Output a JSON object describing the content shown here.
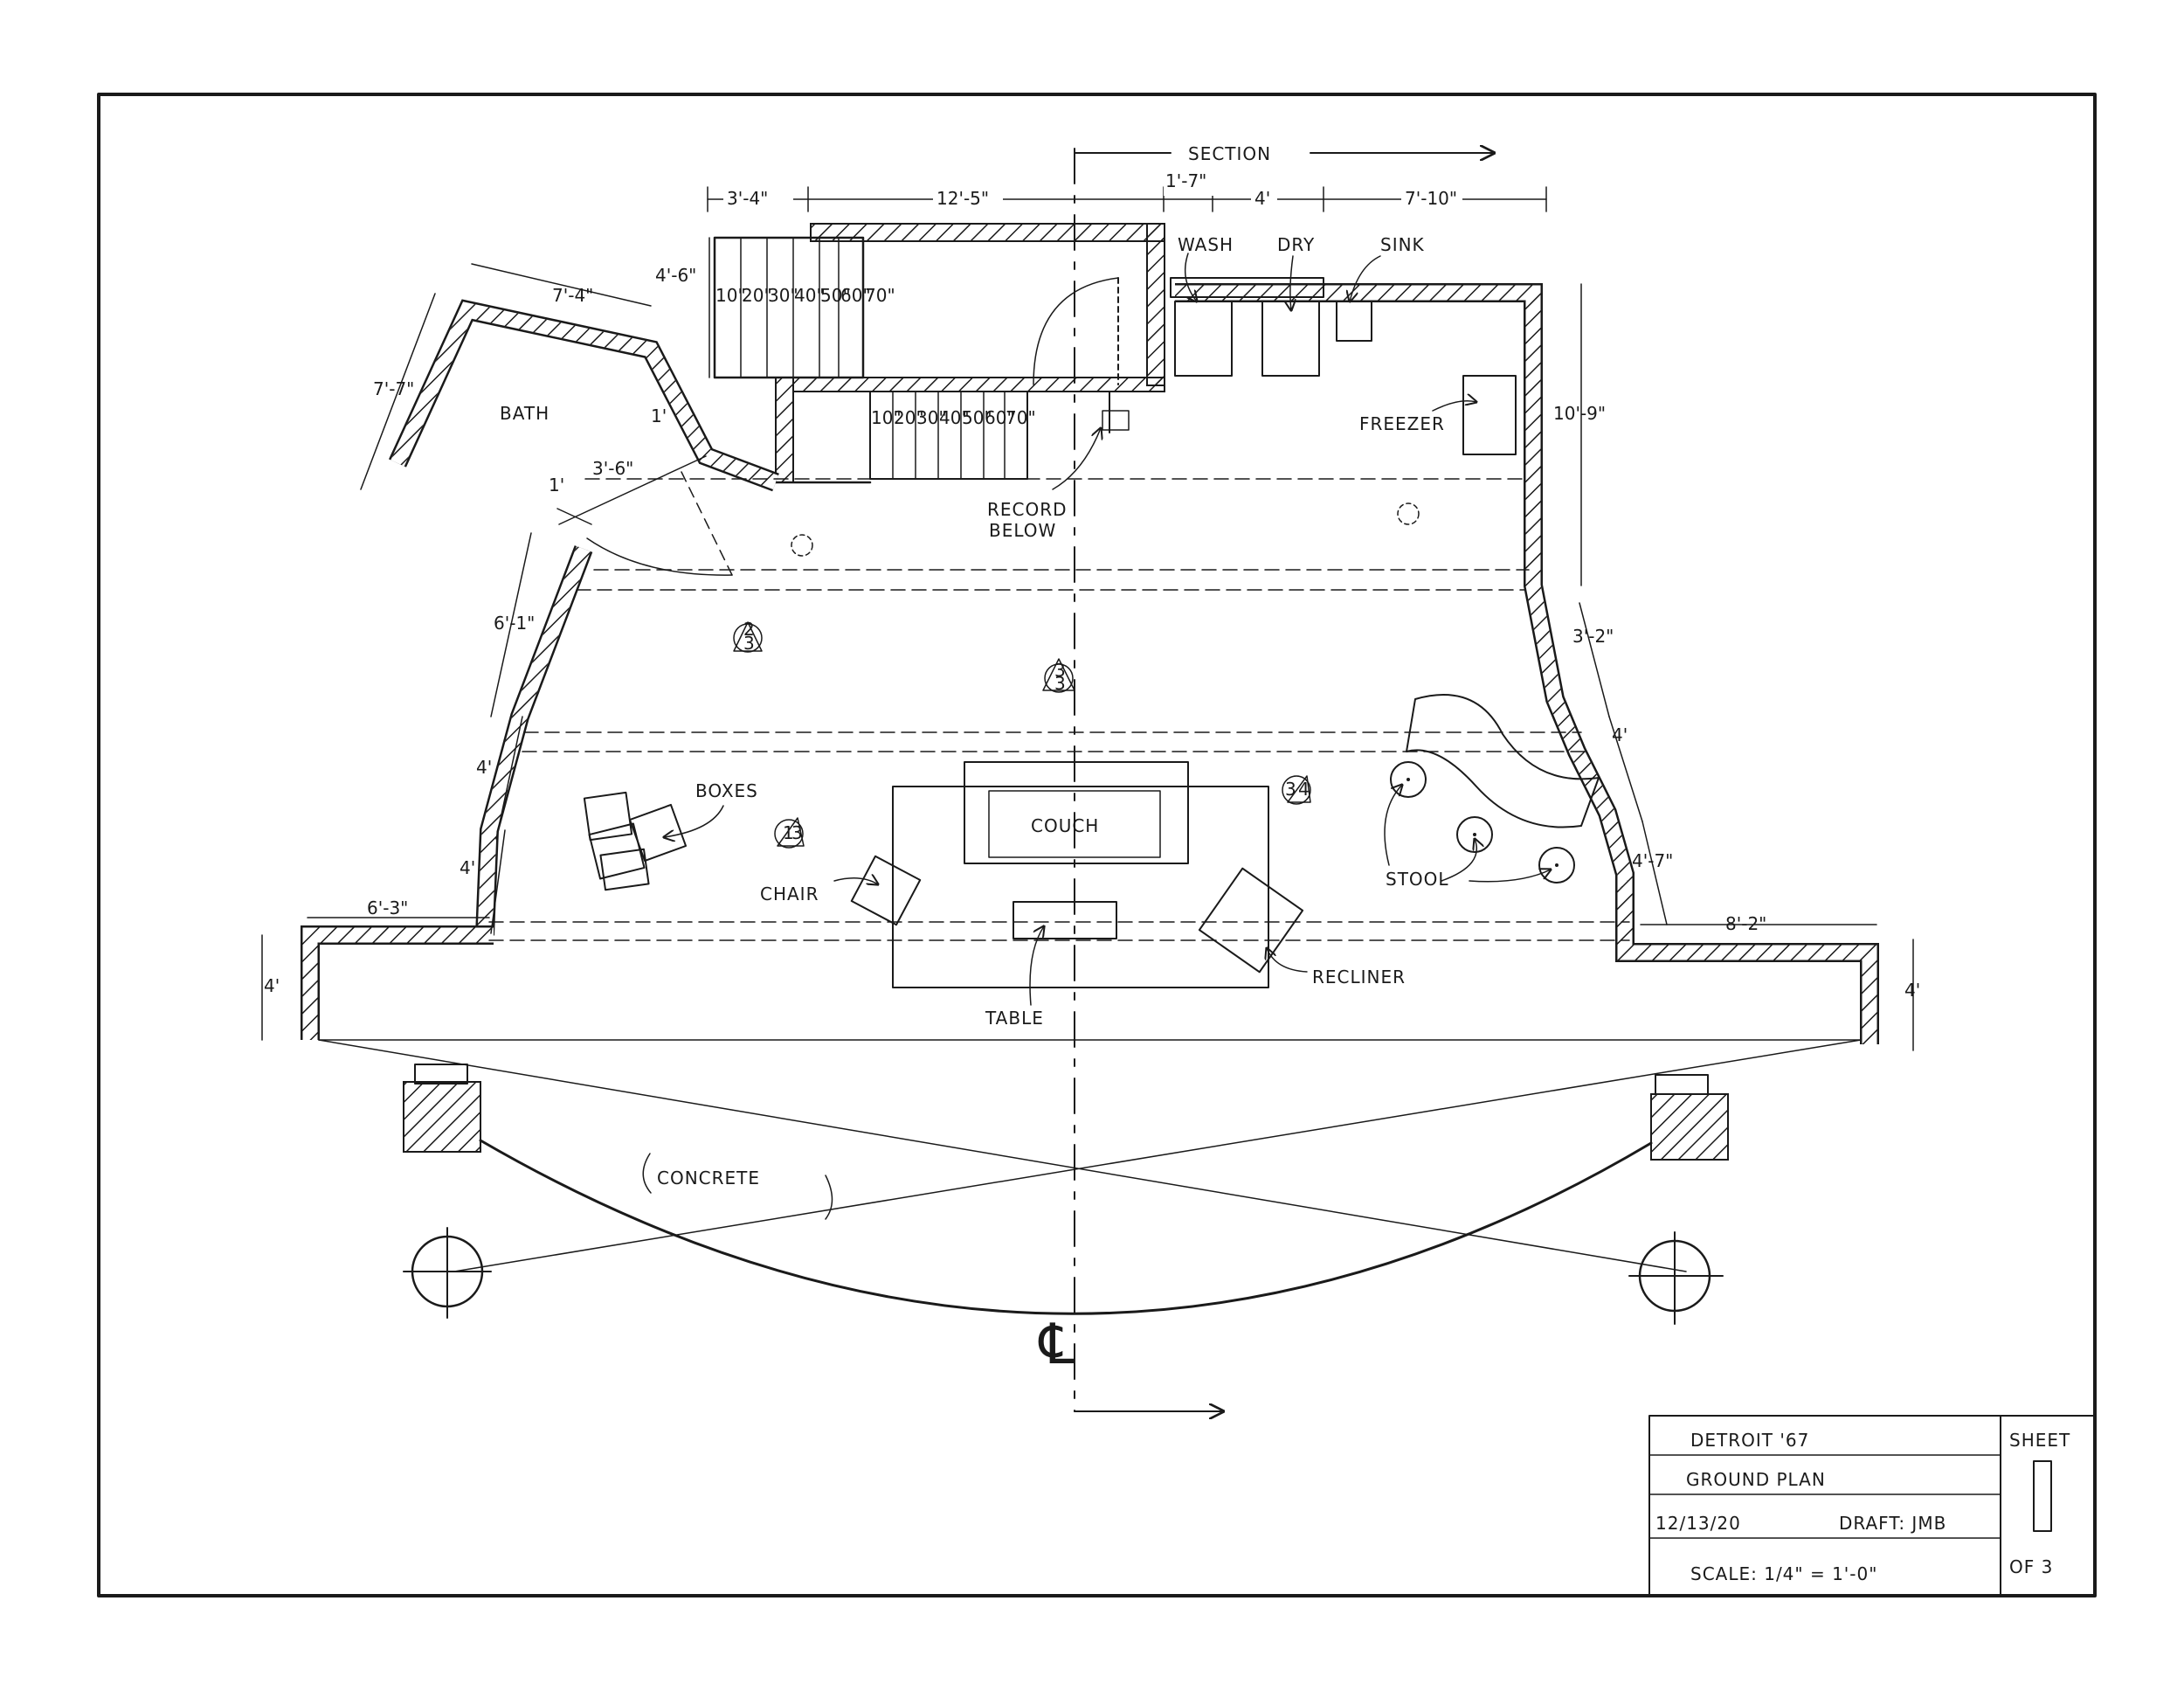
{
  "sheet_title": "DETROIT '67",
  "drawing_name": "GROUND PLAN",
  "date": "12/13/20",
  "draft": "DRAFT: JMB",
  "scale": "SCALE: 1/4\" = 1'-0\"",
  "sheet_label": "SHEET",
  "sheet_count": "OF 3",
  "section_label": "SECTION",
  "centerline_symbol": "℄",
  "rooms": {
    "bath": "BATH",
    "freezer": "FREEZER",
    "wash": "WASH",
    "dry": "DRY",
    "sink": "SINK",
    "record_below_1": "RECORD",
    "record_below_2": "BELOW"
  },
  "furniture": {
    "boxes": "BOXES",
    "couch": "COUCH",
    "chair": "CHAIR",
    "table": "TABLE",
    "recliner": "RECLINER",
    "stool": "STOOL",
    "concrete": "CONCRETE"
  },
  "stair_steps": [
    "10\"",
    "20\"",
    "30\"",
    "40\"",
    "50\"",
    "60\"",
    "70\""
  ],
  "markers": [
    {
      "top": "2",
      "bottom": "3"
    },
    {
      "top": "3",
      "bottom": "3"
    },
    {
      "top": "1",
      "bottom": "3"
    },
    {
      "top": "3",
      "bottom": "4"
    }
  ],
  "dimensions": {
    "d_3_4": "3'-4\"",
    "d_12_5": "12'-5\"",
    "d_1_7": "1'-7\"",
    "d_4_top": "4'",
    "d_7_10": "7'-10\"",
    "d_4_6": "4'-6\"",
    "d_7_4": "7'-4\"",
    "d_7_7": "7'-7\"",
    "d_1_bath": "1'",
    "d_3_6": "3'-6\"",
    "d_1_left": "1'",
    "d_6_1": "6'-1\"",
    "d_4_left1": "4'",
    "d_4_left2": "4'",
    "d_6_3": "6'-3\"",
    "d_4_apron_left": "4'",
    "d_10_9": "10'-9\"",
    "d_3_2": "3'-2\"",
    "d_4_right": "4'",
    "d_4_7": "4'-7\"",
    "d_8_2": "8'-2\"",
    "d_4_apron_right": "4'"
  }
}
